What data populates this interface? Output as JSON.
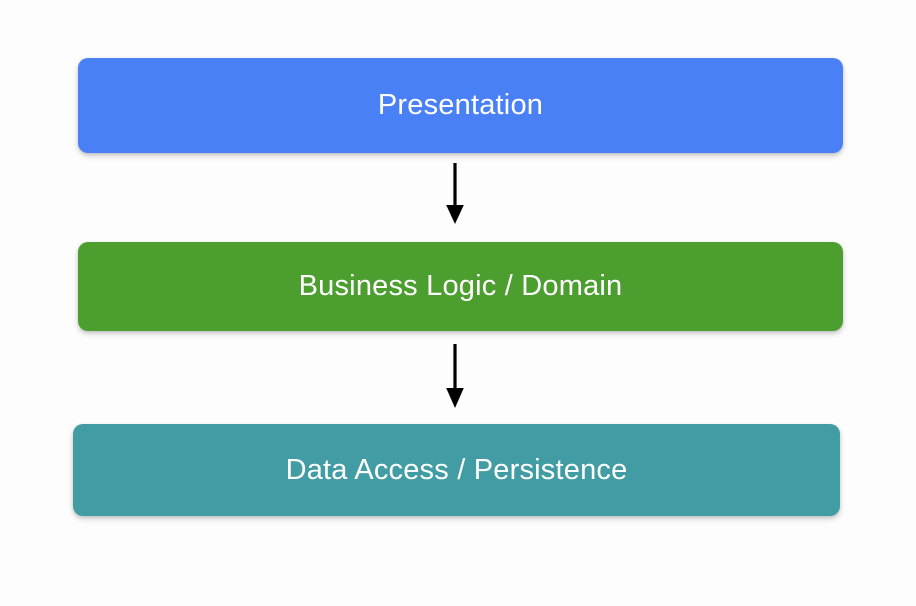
{
  "diagram": {
    "type": "layered-architecture-flow",
    "background_color": "#fdfdfd",
    "title": "",
    "orientation": "top-to-bottom",
    "layers": [
      {
        "id": "presentation",
        "label": "Presentation",
        "fill_color": "#4a80f5",
        "text_color": "#ffffff",
        "shape": "rounded-rectangle",
        "order": 1
      },
      {
        "id": "business-logic",
        "label": "Business Logic / Domain",
        "fill_color": "#4c9e2f",
        "text_color": "#ffffff",
        "shape": "rounded-rectangle",
        "order": 2
      },
      {
        "id": "data-access",
        "label": "Data Access / Persistence",
        "fill_color": "#419da3",
        "text_color": "#ffffff",
        "shape": "rounded-rectangle",
        "order": 3
      }
    ],
    "connectors": [
      {
        "id": "arrow-presentation-to-business",
        "from": "presentation",
        "to": "business-logic",
        "style": "solid",
        "color": "#000000",
        "head": "filled-triangle",
        "direction": "down",
        "label": ""
      },
      {
        "id": "arrow-business-to-data",
        "from": "business-logic",
        "to": "data-access",
        "style": "solid",
        "color": "#000000",
        "head": "filled-triangle",
        "direction": "down",
        "label": ""
      }
    ]
  }
}
